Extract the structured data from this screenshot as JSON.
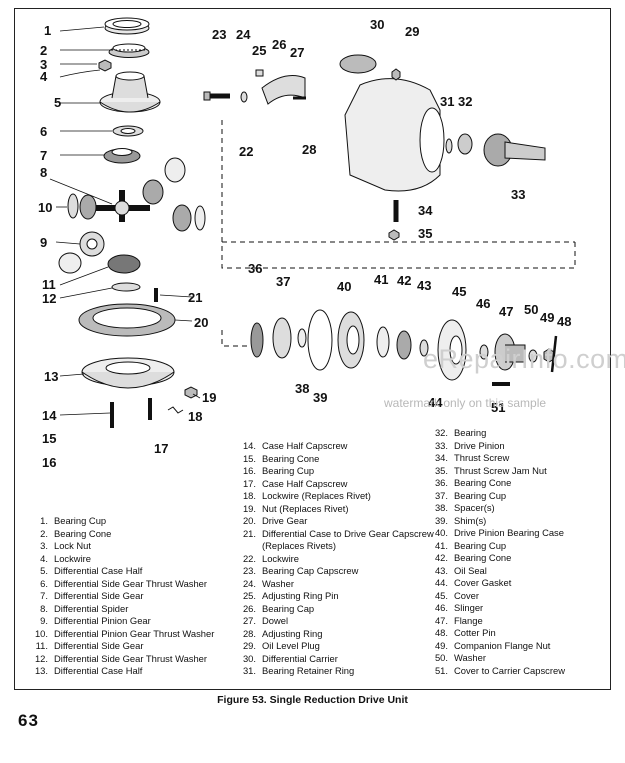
{
  "figure": {
    "callouts": [
      "1",
      "2",
      "3",
      "4",
      "5",
      "6",
      "7",
      "8",
      "9",
      "10",
      "11",
      "12",
      "13",
      "14",
      "15",
      "16",
      "17",
      "18",
      "19",
      "20",
      "21",
      "22",
      "23",
      "24",
      "25",
      "26",
      "27",
      "28",
      "29",
      "30",
      "31",
      "32",
      "33",
      "34",
      "35",
      "36",
      "37",
      "38",
      "39",
      "40",
      "41",
      "42",
      "43",
      "44",
      "45",
      "46",
      "47",
      "48",
      "49",
      "50",
      "51"
    ],
    "caption": "Figure 53.  Single Reduction Drive Unit",
    "page_number": "63"
  },
  "watermark": {
    "site": "eRepairInfo.com",
    "note": "watermark only on this sample"
  },
  "parts_legend": [
    {
      "num": "1.",
      "name": "Bearing Cup"
    },
    {
      "num": "2.",
      "name": "Bearing Cone"
    },
    {
      "num": "3.",
      "name": "Lock Nut"
    },
    {
      "num": "4.",
      "name": "Lockwire"
    },
    {
      "num": "5.",
      "name": "Differential Case Half"
    },
    {
      "num": "6.",
      "name": "Differential Side Gear Thrust Washer"
    },
    {
      "num": "7.",
      "name": "Differential Side Gear"
    },
    {
      "num": "8.",
      "name": "Differential Spider"
    },
    {
      "num": "9.",
      "name": "Differential Pinion Gear"
    },
    {
      "num": "10.",
      "name": "Differential Pinion Gear Thrust Washer"
    },
    {
      "num": "11.",
      "name": "Differential Side Gear"
    },
    {
      "num": "12.",
      "name": "Differential Side Gear Thrust Washer"
    },
    {
      "num": "13.",
      "name": "Differential Case Half"
    },
    {
      "num": "14.",
      "name": "Case Half Capscrew"
    },
    {
      "num": "15.",
      "name": "Bearing Cone"
    },
    {
      "num": "16.",
      "name": "Bearing Cup"
    },
    {
      "num": "17.",
      "name": "Case Half Capscrew"
    },
    {
      "num": "18.",
      "name": "Lockwire (Replaces Rivet)"
    },
    {
      "num": "19.",
      "name": "Nut (Replaces Rivet)"
    },
    {
      "num": "20.",
      "name": "Drive Gear"
    },
    {
      "num": "21.",
      "name": "Differential Case to Drive Gear Capscrew (Replaces Rivets)"
    },
    {
      "num": "22.",
      "name": "Lockwire"
    },
    {
      "num": "23.",
      "name": "Bearing Cap Capscrew"
    },
    {
      "num": "24.",
      "name": "Washer"
    },
    {
      "num": "25.",
      "name": "Adjusting Ring Pin"
    },
    {
      "num": "26.",
      "name": "Bearing Cap"
    },
    {
      "num": "27.",
      "name": "Dowel"
    },
    {
      "num": "28.",
      "name": "Adjusting Ring"
    },
    {
      "num": "29.",
      "name": "Oil Level Plug"
    },
    {
      "num": "30.",
      "name": "Differential Carrier"
    },
    {
      "num": "31.",
      "name": "Bearing Retainer Ring"
    },
    {
      "num": "32.",
      "name": "Bearing"
    },
    {
      "num": "33.",
      "name": "Drive Pinion"
    },
    {
      "num": "34.",
      "name": "Thrust Screw"
    },
    {
      "num": "35.",
      "name": "Thrust Screw Jam Nut"
    },
    {
      "num": "36.",
      "name": "Bearing Cone"
    },
    {
      "num": "37.",
      "name": "Bearing Cup"
    },
    {
      "num": "38.",
      "name": "Spacer(s)"
    },
    {
      "num": "39.",
      "name": "Shim(s)"
    },
    {
      "num": "40.",
      "name": "Drive Pinion Bearing Case"
    },
    {
      "num": "41.",
      "name": "Bearing Cup"
    },
    {
      "num": "42.",
      "name": "Bearing Cone"
    },
    {
      "num": "43.",
      "name": "Oil Seal"
    },
    {
      "num": "44.",
      "name": "Cover Gasket"
    },
    {
      "num": "45.",
      "name": "Cover"
    },
    {
      "num": "46.",
      "name": "Slinger"
    },
    {
      "num": "47.",
      "name": "Flange"
    },
    {
      "num": "48.",
      "name": "Cotter Pin"
    },
    {
      "num": "49.",
      "name": "Companion Flange Nut"
    },
    {
      "num": "50.",
      "name": "Washer"
    },
    {
      "num": "51.",
      "name": "Cover to Carrier Capscrew"
    }
  ]
}
